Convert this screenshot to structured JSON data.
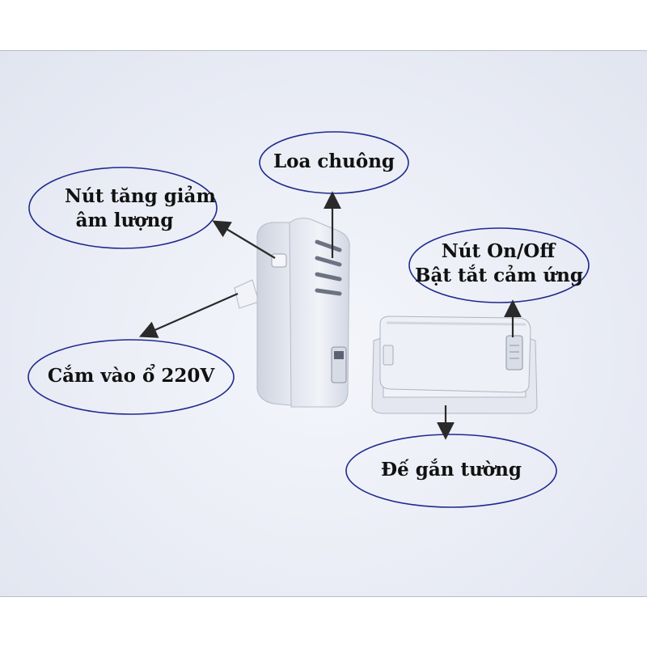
{
  "callouts": {
    "speaker": "Loa  chuông",
    "volume_line1": "Nút tăng giảm",
    "volume_line2": "âm lượng",
    "onoff_line1": "Nút On/Off",
    "onoff_line2": "Bật tắt cảm ứng",
    "plug": "Cắm vào ổ 220V",
    "wallmount": "Đế gắn tường"
  },
  "colors": {
    "bubble_stroke": "#1f2a8c",
    "arrow": "#2a2a2a",
    "device_body": "#e9ecf3"
  }
}
